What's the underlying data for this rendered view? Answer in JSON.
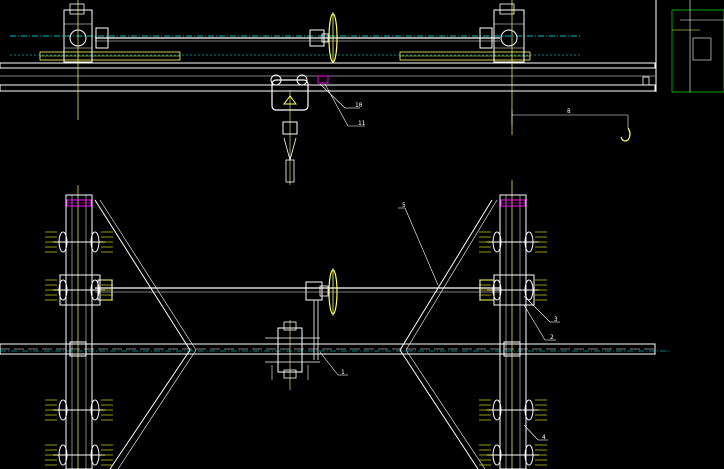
{
  "drawing": {
    "background": "#000000",
    "colors": {
      "line": "#ffffff",
      "accent": "#ffff66",
      "cyan": "#00ffff",
      "green": "#00cc00",
      "magenta": "#ff00ff",
      "yellow": "#ffff00"
    },
    "callouts": {
      "top_a": "10",
      "top_b": "11",
      "top_dim": "8",
      "mid_leader": "5",
      "right_a": "3",
      "right_b": "2",
      "center": "1",
      "bottom_right": "4"
    }
  }
}
